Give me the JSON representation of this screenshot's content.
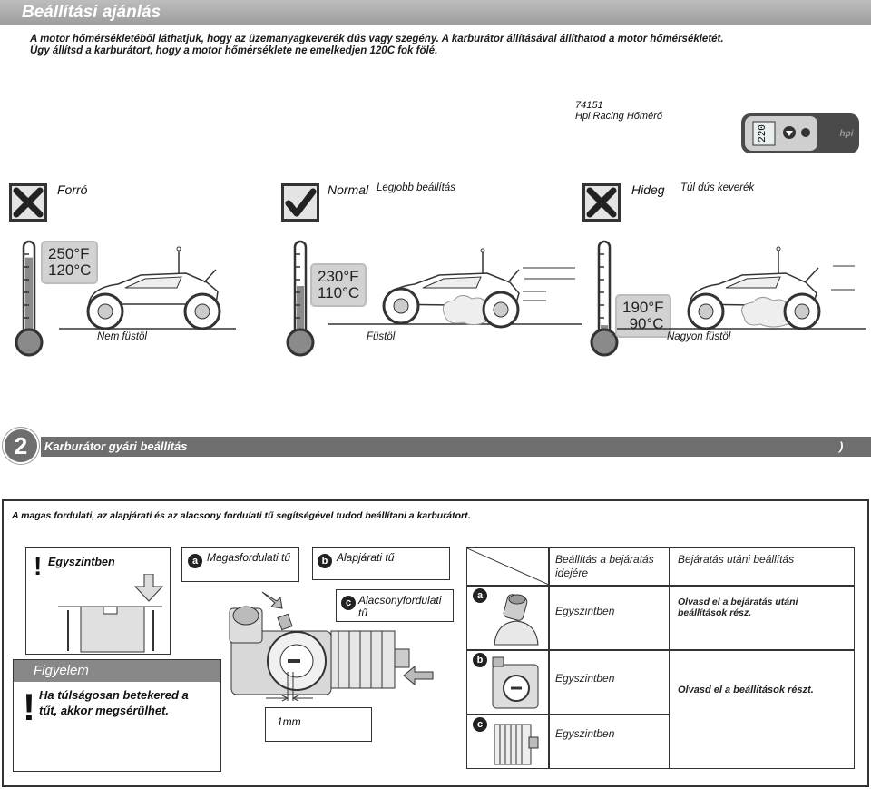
{
  "header": {
    "title": "Beállítási ajánlás"
  },
  "intro": {
    "line1": "A motor hőmérsékletéből láthatjuk, hogy az üzemanyagkeverék dús vagy szegény. A karburátor állításával állíthatod a motor hőmérsékletét.",
    "line2": "Úgy állítsd a karburátort, hogy a motor hőmérséklete ne emelkedjen 120C fok fölé."
  },
  "thermometer_device": {
    "part_no": "74151",
    "name": "Hpi Racing Hőmérő",
    "display": "220"
  },
  "states": [
    {
      "mark": "x",
      "label": "Forró",
      "note": "",
      "temp_f": "250°F",
      "temp_c": "120°C",
      "smoke": "Nem füstöl",
      "fill": 0.82
    },
    {
      "mark": "check",
      "label": "Normal",
      "note": "Legjobb beállítás",
      "temp_f": "230°F",
      "temp_c": "110°C",
      "smoke": "Füstöl",
      "fill": 0.5
    },
    {
      "mark": "x",
      "label": "Hideg",
      "note": "Túl dús keverék",
      "temp_f": "190°F",
      "temp_c": "90°C",
      "smoke": "Nagyon füstöl",
      "fill": 0.06
    }
  ],
  "section2": {
    "number": "2",
    "title": "Karburátor gyári beállítás",
    "trailing": ")"
  },
  "panel": {
    "description": "A magas fordulati, az alapjárati és az alacsony fordulati tű segítségével tudod beállítani a karburátort.",
    "flush_box": {
      "icon": "!",
      "label": "Egyszintben"
    },
    "warning": {
      "header": "Figyelem",
      "icon": "!",
      "text1": "Ha túlságosan betekered a",
      "text2": "tűt, akkor megsérülhet."
    },
    "needles": [
      {
        "letter": "a",
        "label": "Magasfordulati tű"
      },
      {
        "letter": "b",
        "label": "Alapjárati tű"
      },
      {
        "letter": "c",
        "label1": "Alacsonyfordulati",
        "label2": "tű"
      }
    ],
    "gap": "1mm"
  },
  "table": {
    "col1_header1": "Beállítás a bejáratás",
    "col1_header2": "idejére",
    "col2_header": "Bejáratás utáni beállítás",
    "rows": [
      {
        "letter": "a",
        "setting": "Egyszintben",
        "after1": "Olvasd el a bejáratás utáni",
        "after2": "beállítások rész."
      },
      {
        "letter": "b",
        "setting": "Egyszintben",
        "after1": "Olvasd el a beállítások részt.",
        "after2": ""
      },
      {
        "letter": "c",
        "setting": "Egyszintben",
        "after1": "",
        "after2": ""
      }
    ]
  }
}
